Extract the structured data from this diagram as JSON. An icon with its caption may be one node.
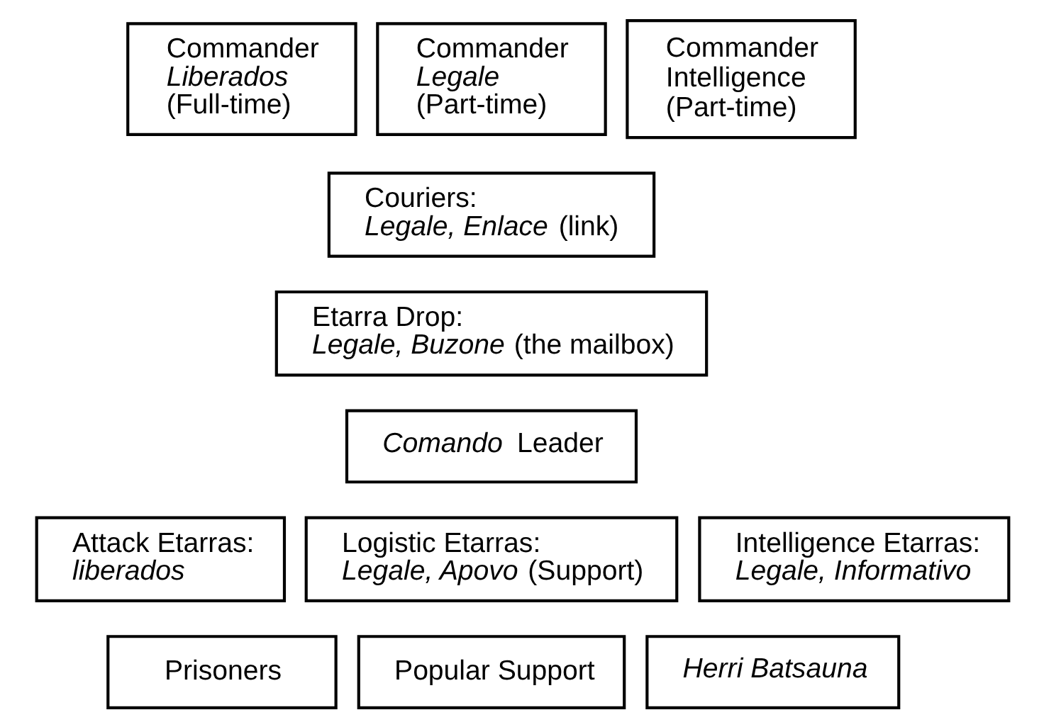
{
  "diagram": {
    "nodes": [
      {
        "text": [
          "Commander *Liberados* (Full-time)"
        ]
      },
      {
        "text": [
          "Commander *Legale* (Part-time)"
        ]
      },
      {
        "text": [
          "Commander Intelligence (Part-time)"
        ]
      },
      {
        "text": [
          "Couriers:",
          "*Legale, Enlace* (link)"
        ]
      },
      {
        "text": [
          "Etarra Drop:",
          "*Legale, Buzone* (the mailbox)"
        ]
      },
      {
        "text": [
          "*Comando* Leader"
        ]
      },
      {
        "text": [
          "Attack Etarras:",
          "*liberados*"
        ]
      },
      {
        "text": [
          "Logistic Etarras:",
          "*Legale, Apovo* (Support)"
        ]
      },
      {
        "text": [
          "Intelligence Etarras:",
          "*Legale,  Informativo*"
        ]
      },
      {
        "text": [
          "Prisoners"
        ]
      },
      {
        "text": [
          "Popular Support"
        ]
      },
      {
        "text": [
          "*Herri Batsauna*"
        ]
      }
    ]
  }
}
